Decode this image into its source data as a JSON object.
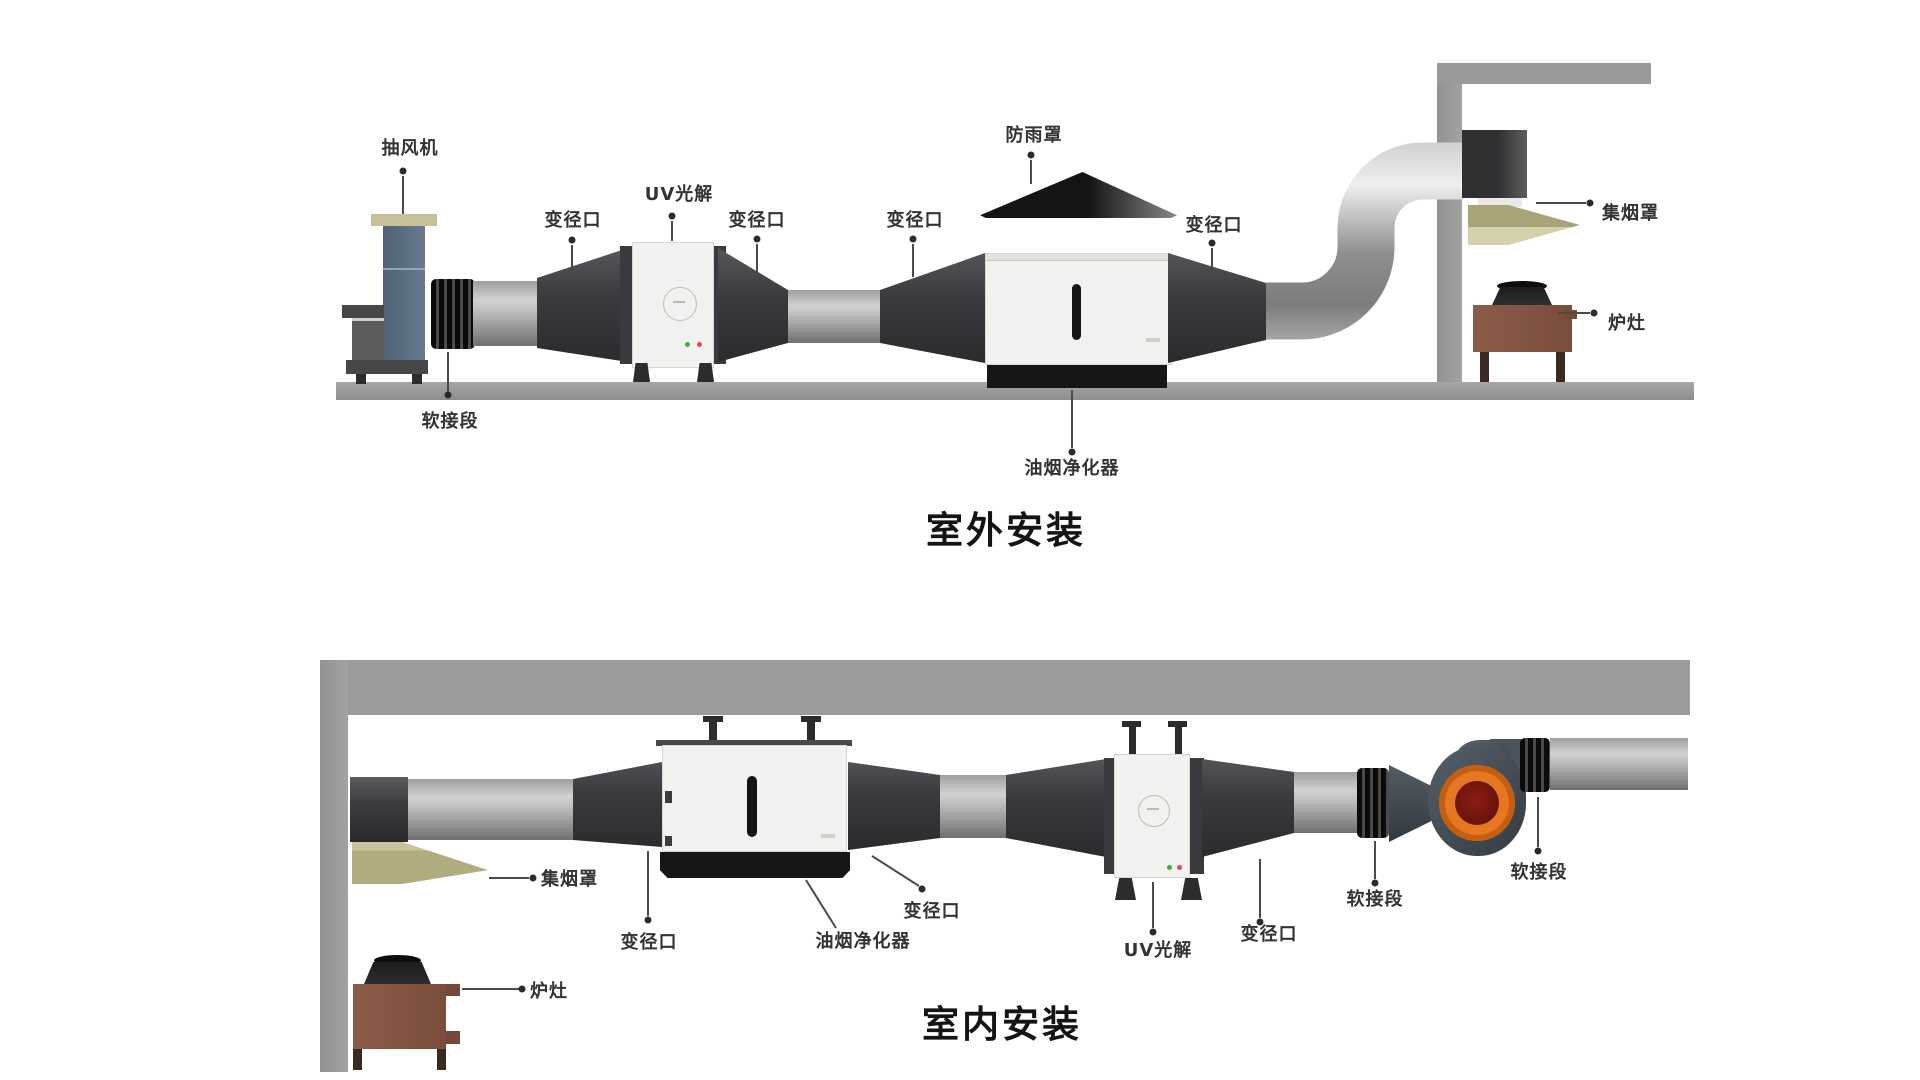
{
  "outdoor": {
    "title": "室外安装",
    "labels": {
      "exhaust_fan": "抽风机",
      "flexible_joint": "软接段",
      "reducer_1": "变径口",
      "uv_photolysis": "UV光解",
      "reducer_2": "变径口",
      "reducer_3": "变径口",
      "rain_cover": "防雨罩",
      "reducer_4": "变径口",
      "smoke_hood": "集烟罩",
      "stove": "炉灶",
      "fume_purifier": "油烟净化器"
    }
  },
  "indoor": {
    "title": "室内安装",
    "labels": {
      "smoke_hood": "集烟罩",
      "stove": "炉灶",
      "reducer_1": "变径口",
      "fume_purifier": "油烟净化器",
      "reducer_2": "变径口",
      "uv_photolysis": "UV光解",
      "reducer_3": "变径口",
      "flexible_joint_left": "软接段",
      "flexible_joint_right": "软接段"
    }
  },
  "colors": {
    "structure_gray": "#9b9b9b",
    "duct_dark": "#3a3a3e",
    "hood_khaki": "#b3ae82",
    "stove_brown": "#8a5c49",
    "fan_column_blue": "#5b6d82",
    "fan_inlet_orange": "#e87722",
    "fan_inlet_core_red": "#6f1510"
  }
}
